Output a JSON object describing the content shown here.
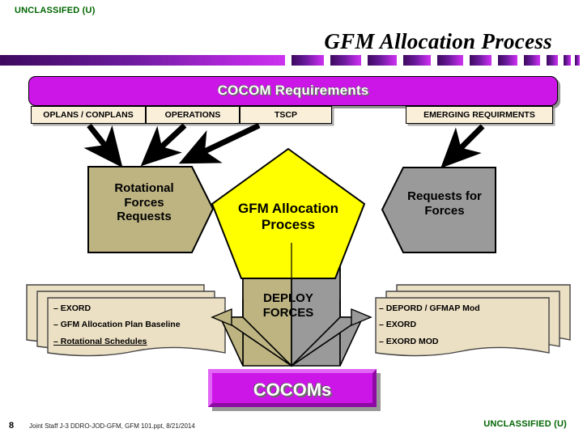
{
  "classification": {
    "top": "UNCLASSIFED (U)",
    "bottom": "UNCLASSIFIED (U)",
    "color": "#006600"
  },
  "title": "GFM Allocation Process",
  "banner": {
    "label": "COCOM Requirements",
    "color": "#cc16e8"
  },
  "sources": [
    {
      "label": "OPLANS / CONPLANS"
    },
    {
      "label": "OPERATIONS"
    },
    {
      "label": "TSCP"
    },
    {
      "label": "EMERGING REQUIRMENTS"
    }
  ],
  "shapes": {
    "rotational": {
      "line1": "Rotational",
      "line2": "Forces",
      "line3": "Requests",
      "color": "#bdb482"
    },
    "process": {
      "line1": "GFM Allocation",
      "line2": "Process",
      "color": "#ffff00"
    },
    "requests": {
      "line1": "Requests for",
      "line2": "Forces",
      "color": "#9a9a9a"
    },
    "deploy": {
      "line1": "DEPLOY",
      "line2": "FORCES",
      "color_left": "#bdb482",
      "color_right": "#9a9a9a"
    }
  },
  "documents": {
    "left": [
      "–  EXORD",
      "–  GFM Allocation Plan Baseline",
      "–  Rotational Schedules"
    ],
    "right": [
      "–  DEPORD / GFMAP Mod",
      "–  EXORD",
      "–  EXORD MOD"
    ],
    "paper_color": "#ece0c4"
  },
  "result": {
    "label": "COCOMs",
    "color": "#cc16e8"
  },
  "footer": {
    "page_number": "8",
    "text": "Joint Staff J-3 DDRO-JOD-GFM, GFM 101.ppt,  8/21/2014"
  }
}
